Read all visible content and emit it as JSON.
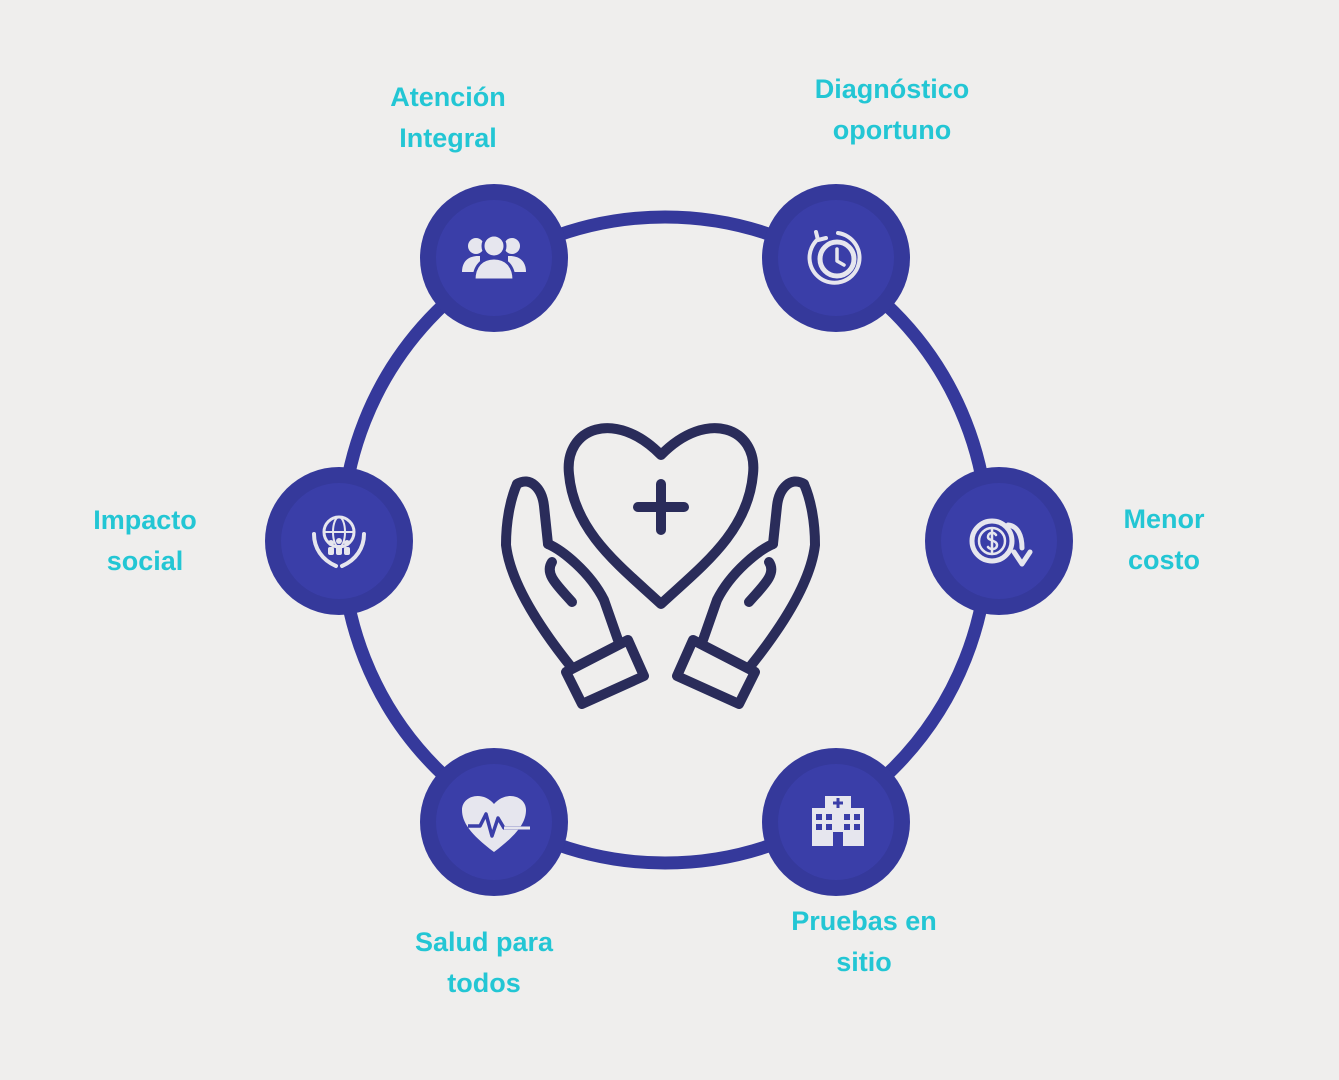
{
  "diagram": {
    "center_icon": "hands-holding-heart-medical-icon",
    "colors": {
      "background": "#efeeed",
      "ring": "#35399b",
      "node_outer": "#35399b",
      "node_inner": "#3a3ea8",
      "icon": "#e6e6ee",
      "center_icon": "#2a2c5a",
      "label": "#23c6d4"
    },
    "nodes": [
      {
        "id": "atencion-integral",
        "label": "Atención\nIntegral",
        "icon": "people-group-icon"
      },
      {
        "id": "diagnostico-oportuno",
        "label": "Diagnóstico\noportuno",
        "icon": "clock-history-icon"
      },
      {
        "id": "menor-costo",
        "label": "Menor\ncosto",
        "icon": "dollar-coin-down-icon"
      },
      {
        "id": "pruebas-en-sitio",
        "label": "Pruebas en\nsitio",
        "icon": "hospital-building-icon"
      },
      {
        "id": "salud-para-todos",
        "label": "Salud para\ntodos",
        "icon": "heart-pulse-icon"
      },
      {
        "id": "impacto-social",
        "label": "Impacto\nsocial",
        "icon": "globe-hands-people-icon"
      }
    ]
  }
}
